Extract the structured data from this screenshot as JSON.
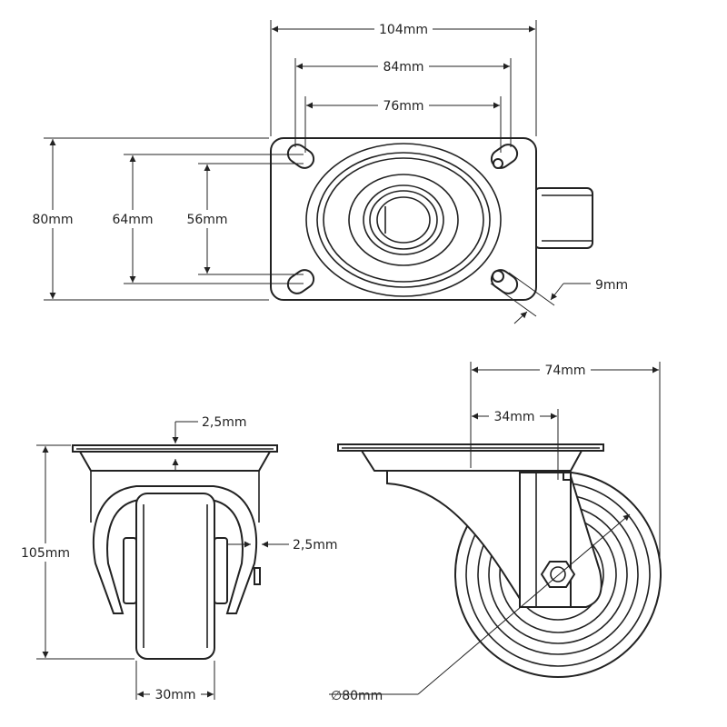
{
  "dimensions": {
    "top_width_overall": "104mm",
    "top_hole_spacing_outer": "84mm",
    "top_hole_spacing_inner": "76mm",
    "top_height_overall": "80mm",
    "top_hole_height_outer": "64mm",
    "top_hole_height_inner": "56mm",
    "hole_diameter": "9mm",
    "front_plate_thickness": "2,5mm",
    "front_fork_thickness": "2,5mm",
    "total_height": "105mm",
    "wheel_width": "30mm",
    "side_offset_total": "74mm",
    "side_offset_axle": "34mm",
    "wheel_diameter": "∅80mm"
  },
  "colors": {
    "line": "#222222",
    "background": "#ffffff"
  }
}
